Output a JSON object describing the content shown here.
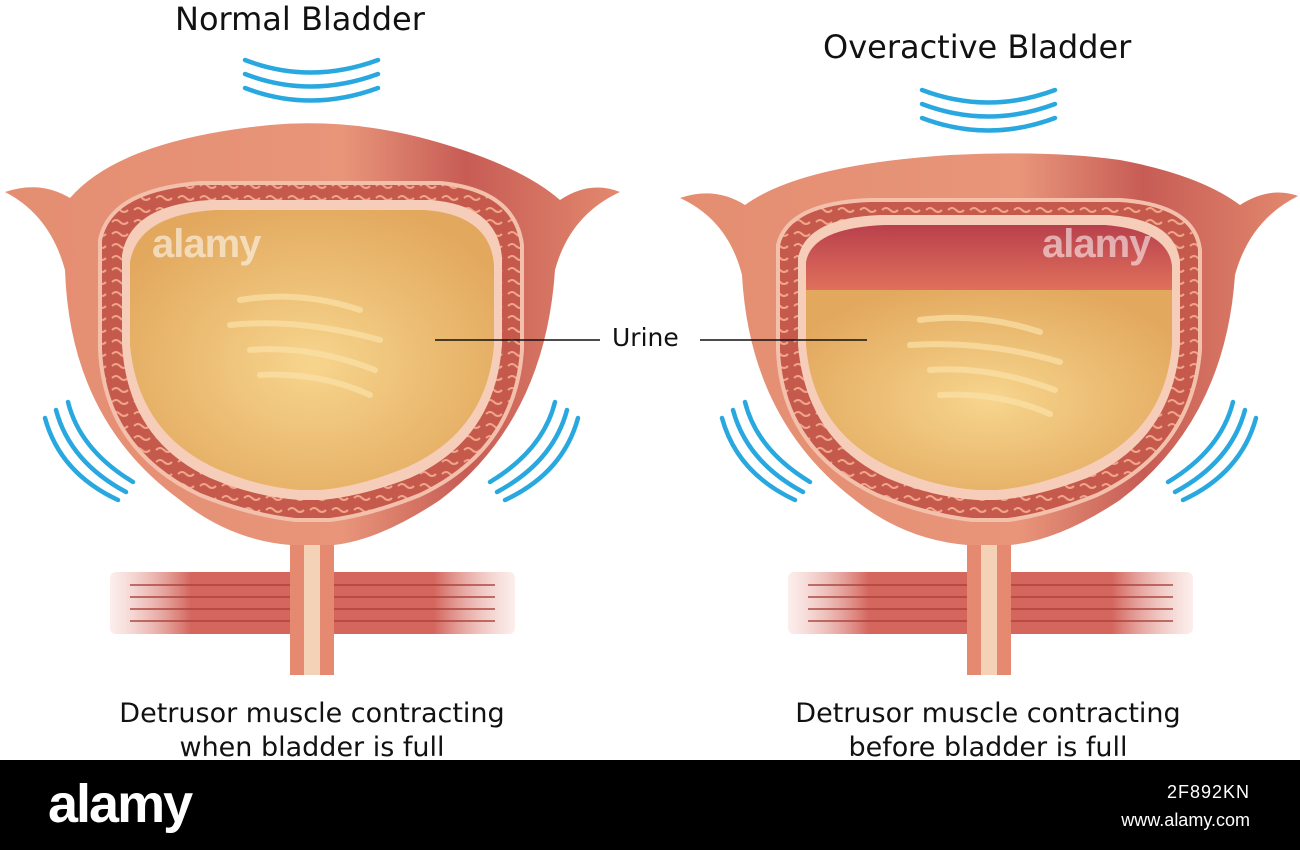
{
  "panels": {
    "left": {
      "title": "Normal Bladder",
      "caption_line1": "Detrusor muscle contracting",
      "caption_line2": "when bladder is full"
    },
    "right": {
      "title": "Overactive Bladder",
      "caption_line1": "Detrusor muscle contracting",
      "caption_line2": "before bladder is full"
    }
  },
  "labels": {
    "urine": "Urine"
  },
  "watermark": {
    "text": "alamy"
  },
  "footer": {
    "logo": "alamy",
    "image_id": "2F892KN",
    "url": "www.alamy.com"
  },
  "colors": {
    "wall": "#e08a6e",
    "wall_dark": "#b9483f",
    "muscle": "#c8574a",
    "lining": "#f6c6b2",
    "urine": "#eebf6a",
    "air": "#c2484f",
    "arcs": "#29a8e0",
    "footer_bg": "#000000"
  }
}
